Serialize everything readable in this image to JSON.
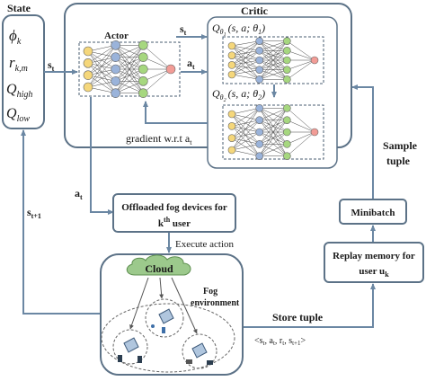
{
  "state": {
    "title": "State",
    "vars": [
      {
        "base": "ϕ",
        "sub": "k"
      },
      {
        "base": "r",
        "sub": "k,m"
      },
      {
        "base": "Q",
        "sub": "high"
      },
      {
        "base": "Q",
        "sub": "low"
      }
    ]
  },
  "critic": {
    "title": "Critic",
    "q1": {
      "base": "Q",
      "sub1": "θ",
      "sub2": "1",
      "args": "(s, a; θ",
      "argsub": "1",
      "close": ")"
    },
    "q2": {
      "base": "Q",
      "sub1": "θ",
      "sub2": "2",
      "args": "(s, a; θ",
      "argsub": "2",
      "close": ")"
    }
  },
  "actor": {
    "title": "Actor"
  },
  "flow": {
    "st_label": {
      "base": "s",
      "sub": "t"
    },
    "at_label": {
      "base": "a",
      "sub": "t"
    },
    "st1_label": {
      "base": "s",
      "sub": "t+1"
    },
    "gradient": {
      "text": "gradient w.r.t a",
      "sub": "t"
    },
    "sample_tuple": [
      "Sample",
      "tuple"
    ],
    "execute": "Execute action",
    "store": "Store tuple",
    "tuple_expr": {
      "open": "<s",
      "s1": "t",
      "a": ", a",
      "s2": "t",
      "r": ", r",
      "s3": "t",
      "s": ", s",
      "s4": "t+1",
      "close": ">"
    }
  },
  "offload": {
    "line1": "Offloaded fog devices for",
    "line2_sup": "th",
    "line2_base": "k",
    "line2_rest": " user"
  },
  "minibatch": {
    "label": "Minibatch"
  },
  "replay": {
    "line1": "Replay memory for",
    "line2": "user u",
    "line2_sub": "k"
  },
  "cloud": {
    "label": "Cloud"
  },
  "fog": {
    "line1": "Fog",
    "line2": "environment"
  },
  "colors": {
    "input": "#f5d77b",
    "hidden1": "#9ab3da",
    "hidden2": "#a6d77f",
    "output": "#f29c96",
    "box_stroke": "#5c7287",
    "arrow": "#6b87a3",
    "cloud": "#9cc98c"
  }
}
